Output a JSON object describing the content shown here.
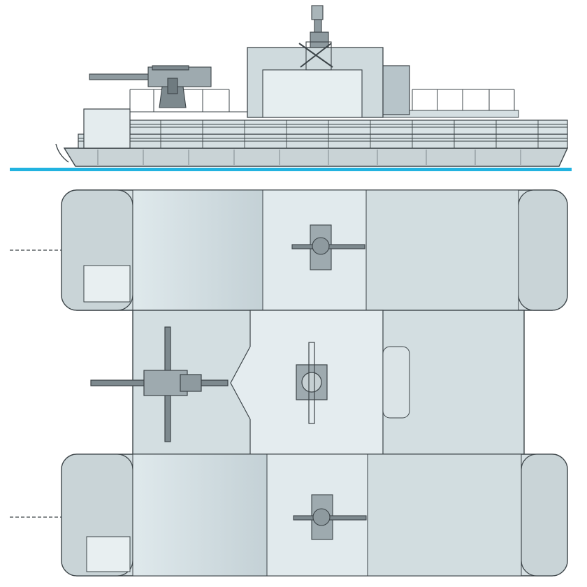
{
  "drawing": {
    "views": [
      "side-elevation",
      "plan-view"
    ],
    "colors": {
      "hull": "#c9d3d6",
      "hull_dark": "#9fadb2",
      "outline": "#3c4448",
      "deck": "#dfe9ec",
      "deck_shade": "#b9c7cc",
      "waterline": "#22b3e0",
      "gun": "#6f7b80"
    },
    "armament": {
      "main_gun_count": 1,
      "secondary_gun_count": 2
    },
    "hull_modules_plan": 3
  }
}
